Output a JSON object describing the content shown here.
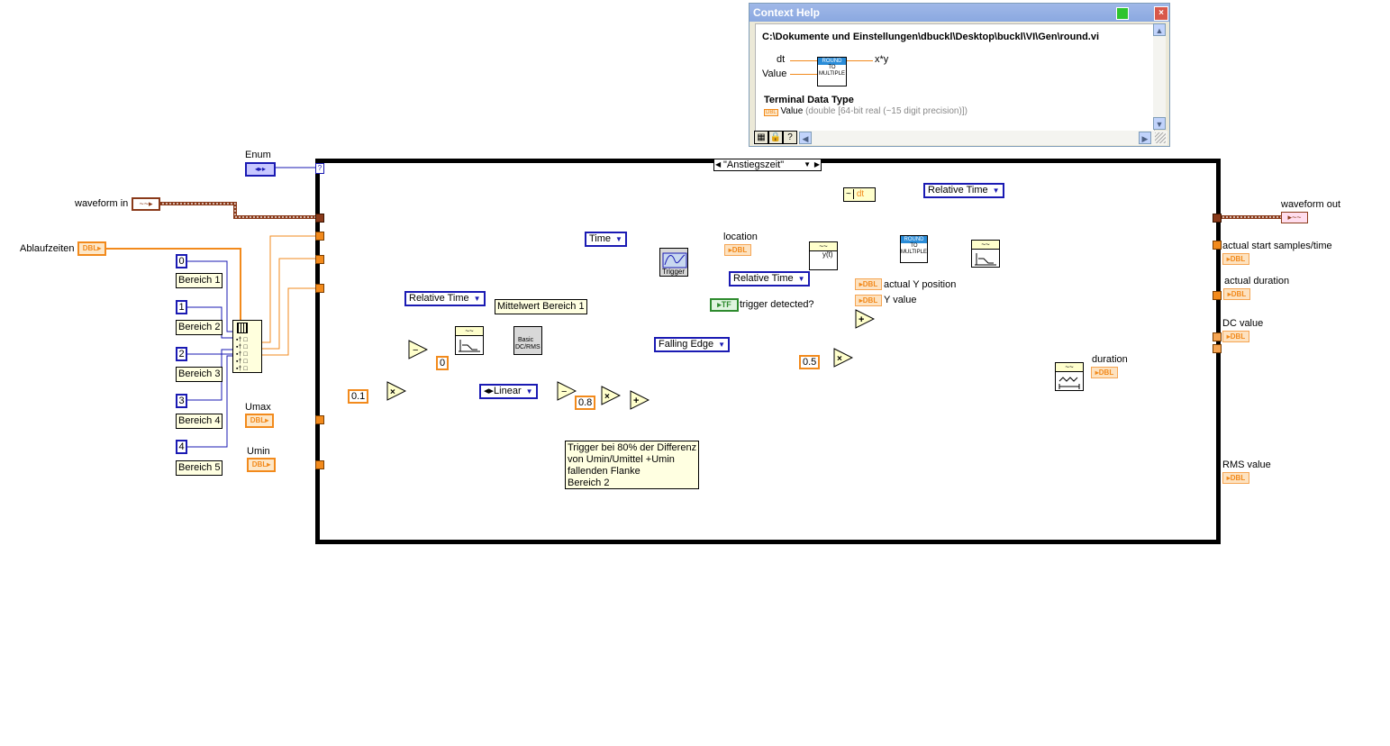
{
  "context_help": {
    "title": "Context Help",
    "path": "C:\\Dokumente und Einstellungen\\dbuckl\\Desktop\\buckl\\VI\\Gen\\round.vi",
    "inputs": [
      "dt",
      "Value"
    ],
    "output": "x*y",
    "icon_top": "ROUND",
    "icon_mid": "TO",
    "icon_bot": "MULTIPLE",
    "terminal_heading": "Terminal Data Type",
    "terminal_type_tag": "DBL",
    "terminal_name": "Value",
    "terminal_desc": "(double [64-bit real (~15 digit precision)])",
    "toolbar": [
      "show-optional-terminals",
      "lock",
      "detailed-help"
    ]
  },
  "inputs": {
    "enum_label": "Enum",
    "waveform_in_label": "waveform in",
    "ablaufzeiten_label": "Ablaufzeiten",
    "umax_label": "Umax",
    "umin_label": "Umin",
    "dbl": "DBL"
  },
  "case_selector": "\"Anstiegszeit\"",
  "case_question": "?",
  "bereiche": [
    {
      "index": "0",
      "label": "Bereich 1"
    },
    {
      "index": "1",
      "label": "Bereich 2"
    },
    {
      "index": "2",
      "label": "Bereich 3"
    },
    {
      "index": "3",
      "label": "Bereich 4"
    },
    {
      "index": "4",
      "label": "Bereich 5"
    }
  ],
  "constants": {
    "c01": "0.1",
    "c0": "0",
    "c08": "0.8",
    "c05": "0.5"
  },
  "rings": {
    "relative_time_1": "Relative Time",
    "linear": "Linear",
    "time": "Time",
    "falling_edge": "Falling Edge",
    "relative_time_2": "Relative Time",
    "relative_time_3": "Relative Time"
  },
  "notes": {
    "mittelwert": "Mittelwert Bereich 1",
    "trigger_note": [
      "Trigger bei 80% der Differenz",
      "von Umin/Umittel +Umin",
      "fallenden Flanke",
      "Bereich 2"
    ]
  },
  "subvis": {
    "basic_dcrms_1": "Basic",
    "basic_dcrms_2": "DC/RMS",
    "trigger": "Trigger",
    "dt": "dt",
    "round_top": "ROUND",
    "round_mid": "TO",
    "round_bot": "MULTIPLE"
  },
  "indicators": {
    "location": "location",
    "trigger_detected": "trigger detected?",
    "tf": "TF",
    "actual_y_position": "actual Y position",
    "y_value": "Y value",
    "duration": "duration",
    "waveform_out": "waveform out",
    "actual_start": "actual start samples/time",
    "actual_duration": "actual duration",
    "dc_value": "DC value",
    "rms_value": "RMS value"
  },
  "operators": {
    "minus": "−",
    "times": "×",
    "plus": "+"
  },
  "colors": {
    "dbl_wire": "#f28a1c",
    "waveform_wire": "#8a3a1a",
    "enum_wire": "#1a1ab3",
    "bool_wire": "#2e8b2e"
  }
}
